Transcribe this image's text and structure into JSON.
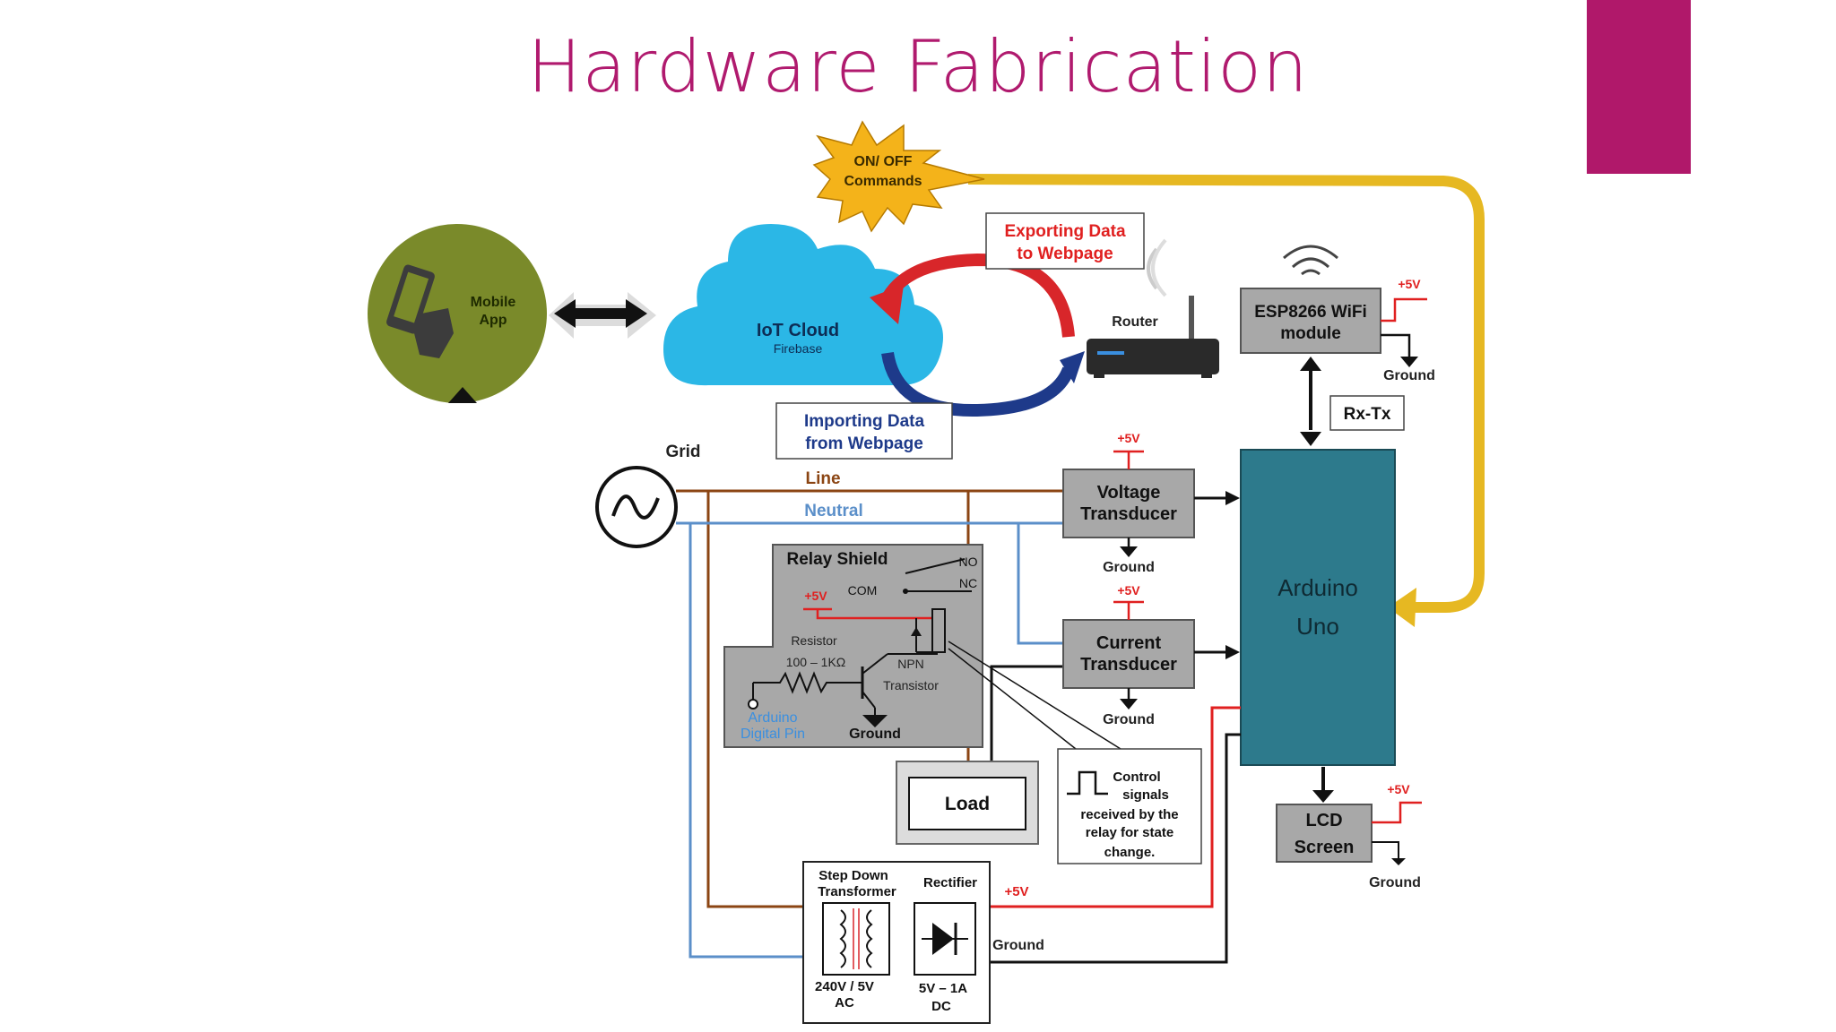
{
  "slide": {
    "title": "Hardware Fabrication"
  },
  "colors": {
    "title": "#b01a6e",
    "accent_bar": "#b0186a",
    "line_wire": "#8b4513",
    "neutral_wire": "#5b8fc9",
    "power_wire": "#e02020",
    "cloud": "#2bb7e6",
    "arduino": "#2d7a8c",
    "command_arrow": "#e6b822",
    "starburst": "#f4b31a",
    "module_fill": "#a8a8a8"
  },
  "diagram": {
    "mobile_app": {
      "label1": "Mobile",
      "label2": "App",
      "icon": "phone-touch-icon"
    },
    "commands": {
      "line1": "ON/ OFF",
      "line2": "Commands"
    },
    "cloud": {
      "label": "IoT Cloud",
      "sublabel": "Firebase"
    },
    "exporting": {
      "line1": "Exporting Data",
      "line2": "to Webpage"
    },
    "importing": {
      "line1": "Importing Data",
      "line2": "from  Webpage"
    },
    "router": {
      "label": "Router",
      "icon": "router-icon"
    },
    "esp": {
      "line1": "ESP8266 WiFi",
      "line2": "module",
      "icon": "wifi-icon"
    },
    "esp_plus": "+5V",
    "esp_ground": "Ground",
    "rxtx": "Rx-Tx",
    "grid": "Grid",
    "line_label": "Line",
    "neutral_label": "Neutral",
    "voltage": {
      "line1": "Voltage",
      "line2": "Transducer",
      "plus": "+5V",
      "ground": "Ground"
    },
    "current": {
      "line1": "Current",
      "line2": "Transducer",
      "plus": "+5V",
      "ground": "Ground"
    },
    "arduino": {
      "line1": "Arduino",
      "line2": "Uno"
    },
    "relay": {
      "title": "Relay Shield",
      "no": "NO",
      "nc": "NC",
      "com": "COM",
      "plus": "+5V",
      "resistor1": "Resistor",
      "resistor2": "100 – 1KΩ",
      "npn1": "NPN",
      "npn2": "Transistor",
      "pin1": "Arduino",
      "pin2": "Digital Pin",
      "ground": "Ground"
    },
    "load": "Load",
    "control": {
      "line1": "Control",
      "line2": "signals",
      "line3": "received by the",
      "line4": "relay for state",
      "line5": "change."
    },
    "lcd": {
      "line1": "LCD",
      "line2": "Screen",
      "plus": "+5V",
      "ground": "Ground"
    },
    "transformer": {
      "title1": "Step Down",
      "title2": "Transformer",
      "rating1": "240V / 5V",
      "rating2": "AC"
    },
    "rectifier": {
      "title": "Rectifier",
      "rating1": "5V – 1A",
      "rating2": "DC"
    },
    "supply_plus": "+5V",
    "supply_ground": "Ground"
  }
}
